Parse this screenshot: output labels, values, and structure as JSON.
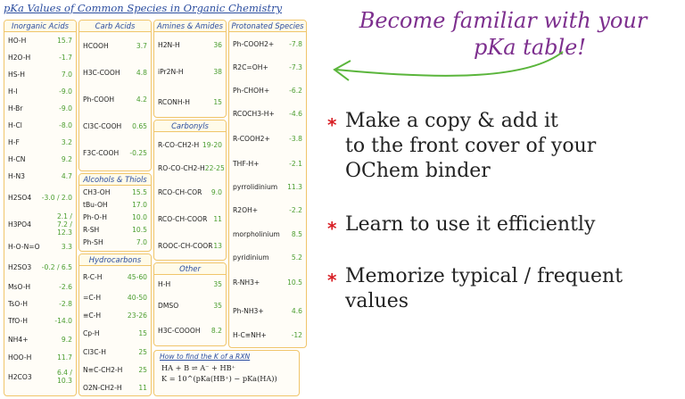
{
  "title": "pKa Values of Common Species in Organic Chemistry",
  "panels": {
    "inorganic": {
      "title": "Inorganic Acids",
      "rows": [
        {
          "species": "HO-H",
          "pka": "15.7"
        },
        {
          "species": "H2O-H",
          "pka": "-1.7"
        },
        {
          "species": "HS-H",
          "pka": "7.0"
        },
        {
          "species": "H-I",
          "pka": "-9.0"
        },
        {
          "species": "H-Br",
          "pka": "-9.0"
        },
        {
          "species": "H-Cl",
          "pka": "-8.0"
        },
        {
          "species": "H-F",
          "pka": "3.2"
        },
        {
          "species": "H-CN",
          "pka": "9.2"
        },
        {
          "species": "H-N3",
          "pka": "4.7"
        },
        {
          "species": "H2SO4",
          "pka": "-3.0 / 2.0"
        },
        {
          "species": "H3PO4",
          "pka": "2.1 / 7.2 / 12.3"
        },
        {
          "species": "H-O-N=O",
          "pka": "3.3"
        },
        {
          "species": "H2SO3",
          "pka": "-0.2 / 6.5"
        },
        {
          "species": "MsO-H",
          "pka": "-2.6"
        },
        {
          "species": "TsO-H",
          "pka": "-2.8"
        },
        {
          "species": "TfO-H",
          "pka": "-14.0"
        },
        {
          "species": "NH4+",
          "pka": "9.2"
        },
        {
          "species": "HOO-H",
          "pka": "11.7"
        },
        {
          "species": "H2CO3",
          "pka": "6.4 / 10.3"
        }
      ]
    },
    "carboxylic": {
      "title": "Carb Acids",
      "rows": [
        {
          "species": "HCOOH",
          "pka": "3.7"
        },
        {
          "species": "H3C-COOH",
          "pka": "4.8"
        },
        {
          "species": "Ph-COOH",
          "pka": "4.2"
        },
        {
          "species": "Cl3C-COOH",
          "pka": "0.65"
        },
        {
          "species": "F3C-COOH",
          "pka": "-0.25"
        }
      ]
    },
    "alcohols": {
      "title": "Alcohols & Thiols",
      "rows": [
        {
          "species": "CH3-OH",
          "pka": "15.5"
        },
        {
          "species": "tBu-OH",
          "pka": "17.0"
        },
        {
          "species": "Ph-O-H",
          "pka": "10.0"
        },
        {
          "species": "R-SH",
          "pka": "10.5"
        },
        {
          "species": "Ph-SH",
          "pka": "7.0"
        }
      ]
    },
    "hydrocarbons": {
      "title": "Hydrocarbons",
      "rows": [
        {
          "species": "R-C-H",
          "pka": "45-60"
        },
        {
          "species": "=C-H",
          "pka": "40-50"
        },
        {
          "species": "≡C-H",
          "pka": "23-26"
        },
        {
          "species": "Cp-H",
          "pka": "15"
        },
        {
          "species": "Cl3C-H",
          "pka": "25"
        },
        {
          "species": "N≡C-CH2-H",
          "pka": "25"
        },
        {
          "species": "O2N-CH2-H",
          "pka": "11"
        }
      ]
    },
    "amines": {
      "title": "Amines & Amides",
      "rows": [
        {
          "species": "H2N-H",
          "pka": "36"
        },
        {
          "species": "iPr2N-H",
          "pka": "38"
        },
        {
          "species": "RCONH-H",
          "pka": "15"
        }
      ]
    },
    "carbonyls": {
      "title": "Carbonyls",
      "rows": [
        {
          "species": "R-CO-CH2-H",
          "pka": "19-20"
        },
        {
          "species": "RO-CO-CH2-H",
          "pka": "22-25"
        },
        {
          "species": "RCO-CH-COR",
          "pka": "9.0"
        },
        {
          "species": "RCO-CH-COOR",
          "pka": "11"
        },
        {
          "species": "ROOC-CH-COOR",
          "pka": "13"
        }
      ]
    },
    "other": {
      "title": "Other",
      "rows": [
        {
          "species": "H-H",
          "pka": "35"
        },
        {
          "species": "DMSO",
          "pka": "35"
        },
        {
          "species": "H3C-COOOH",
          "pka": "8.2"
        }
      ]
    },
    "protonated": {
      "title": "Protonated Species",
      "rows": [
        {
          "species": "Ph-COOH2+",
          "pka": "-7.8"
        },
        {
          "species": "R2C=OH+",
          "pka": "-7.3"
        },
        {
          "species": "Ph-CHOH+",
          "pka": "-6.2"
        },
        {
          "species": "RCOCH3-H+",
          "pka": "-4.6"
        },
        {
          "species": "R-COOH2+",
          "pka": "-3.8"
        },
        {
          "species": "THF-H+",
          "pka": "-2.1"
        },
        {
          "species": "pyrrolidinium",
          "pka": "11.3"
        },
        {
          "species": "R2OH+",
          "pka": "-2.2"
        },
        {
          "species": "morpholinium",
          "pka": "8.5"
        },
        {
          "species": "pyridinium",
          "pka": "5.2"
        },
        {
          "species": "R-NH3+",
          "pka": "10.5"
        },
        {
          "species": "Ph-NH3+",
          "pka": "4.6"
        },
        {
          "species": "H-C≡NH+",
          "pka": "-12"
        }
      ]
    }
  },
  "formula_box": {
    "title": "How to find the K of a RXN",
    "line1": "HA + B ⇌ A⁻ + HB⁺",
    "line2": "K = 10^(pKa(HB⁺) − pKa(HA))"
  },
  "tips": {
    "heading_line1": "Become familiar with your",
    "heading_line2": "pKa table!",
    "bullet1_line1": "Make a copy & add it",
    "bullet1_line2": "to the front cover of your",
    "bullet1_line3": "OChem binder",
    "bullet2": "Learn to use it efficiently",
    "bullet3_line1": "Memorize typical / frequent",
    "bullet3_line2": "values",
    "star": "*"
  },
  "colors": {
    "title_blue": "#2b4d9f",
    "border_yellow": "#f0c56a",
    "acidic_h_magenta": "#d22fae",
    "pka_green": "#4a9d2f",
    "heading_purple": "#7d2f8e",
    "arrow_green": "#5ab53b",
    "star_red": "#d82026"
  }
}
